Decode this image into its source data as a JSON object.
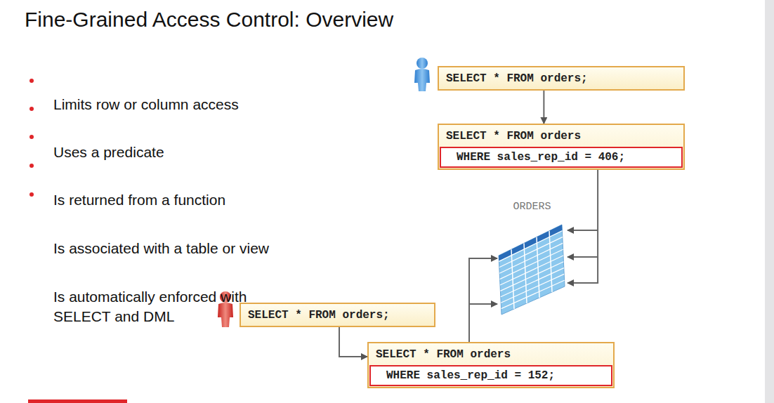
{
  "diagram": {
    "title": "Fine-Grained Access Control: Overview",
    "nodes": [
      {
        "text": [
          "SELECT * FROM orders;"
        ]
      },
      {
        "text": [
          "SELECT * FROM orders"
        ]
      },
      {
        "text": [
          "WHERE sales_rep_id = 406;"
        ],
        "in": 1
      },
      {
        "text": [
          "ORDERS"
        ]
      },
      {
        "text": [
          "SELECT * FROM orders;"
        ]
      },
      {
        "text": [
          "SELECT * FROM orders"
        ]
      },
      {
        "text": [
          "WHERE sales_rep_id = 152;"
        ],
        "in": 5
      }
    ],
    "edges": [
      {
        "from": 0,
        "to": 1,
        "arrow": "to"
      },
      {
        "from": 1,
        "to": 3,
        "arrow": "to"
      },
      {
        "from": 4,
        "to": 5,
        "arrow": "to"
      },
      {
        "from": 5,
        "to": 3,
        "arrow": "to"
      }
    ],
    "labels": [
      "Limits row or column access",
      "Uses a predicate",
      "Is returned from a function",
      "Is associated with a table or view",
      "Is automatically enforced with SELECT and DML"
    ]
  }
}
